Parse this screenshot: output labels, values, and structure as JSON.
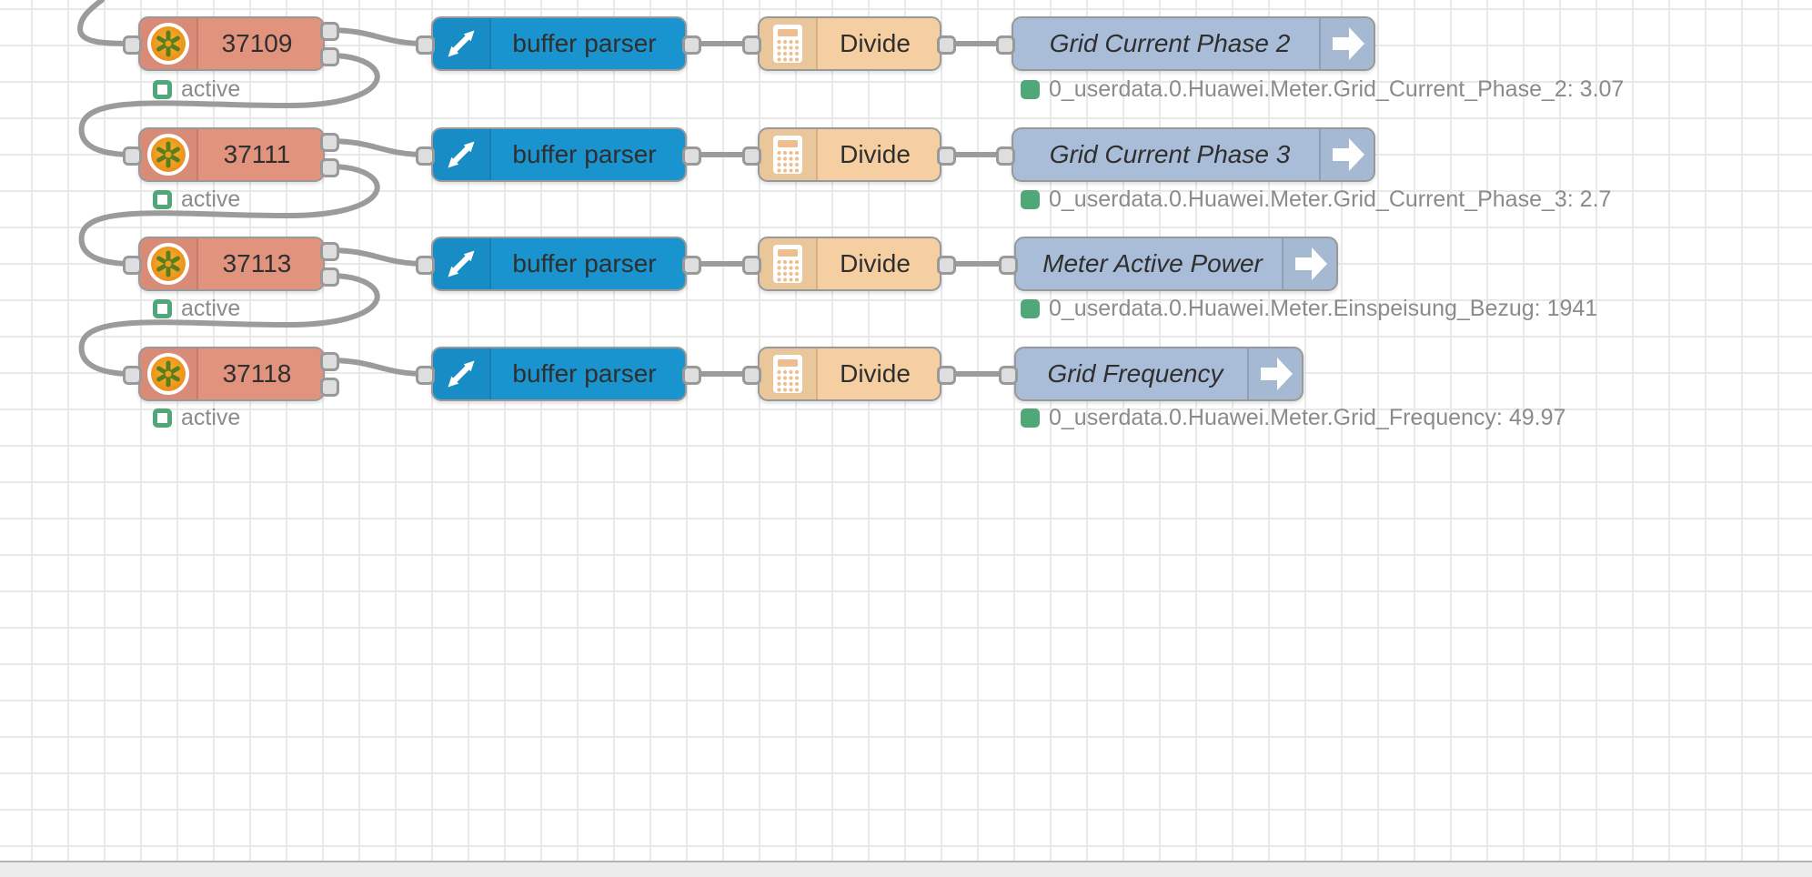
{
  "colors": {
    "modbus-node": "#e2937d",
    "buffer-node": "#1a94ce",
    "calc-node": "#f5cfa2",
    "iobroker-node": "#a9bdd8",
    "wire": "#9b9b9b",
    "port-fill": "#dedede",
    "status-green": "#50a878",
    "status-text": "#8b8b8b",
    "grid-line": "#e9e9e9",
    "label-text": "#2f2f2f"
  },
  "flow": {
    "rows": [
      {
        "source": {
          "label": "37109",
          "status": "active",
          "icon": "modbus-flower-icon"
        },
        "parser": {
          "label": "buffer parser",
          "icon": "expand-arrows-icon"
        },
        "math": {
          "label": "Divide",
          "icon": "calculator-icon"
        },
        "output": {
          "label": "Grid Current Phase 2",
          "icon": "arrow-right-icon",
          "status": "0_userdata.0.Huawei.Meter.Grid_Current_Phase_2: 3.07"
        }
      },
      {
        "source": {
          "label": "37111",
          "status": "active",
          "icon": "modbus-flower-icon"
        },
        "parser": {
          "label": "buffer parser",
          "icon": "expand-arrows-icon"
        },
        "math": {
          "label": "Divide",
          "icon": "calculator-icon"
        },
        "output": {
          "label": "Grid Current Phase 3",
          "icon": "arrow-right-icon",
          "status": "0_userdata.0.Huawei.Meter.Grid_Current_Phase_3: 2.7"
        }
      },
      {
        "source": {
          "label": "37113",
          "status": "active",
          "icon": "modbus-flower-icon"
        },
        "parser": {
          "label": "buffer parser",
          "icon": "expand-arrows-icon"
        },
        "math": {
          "label": "Divide",
          "icon": "calculator-icon"
        },
        "output": {
          "label": "Meter Active Power",
          "icon": "arrow-right-icon",
          "status": "0_userdata.0.Huawei.Meter.Einspeisung_Bezug: 1941"
        }
      },
      {
        "source": {
          "label": "37118",
          "status": "active",
          "icon": "modbus-flower-icon"
        },
        "parser": {
          "label": "buffer parser",
          "icon": "expand-arrows-icon"
        },
        "math": {
          "label": "Divide",
          "icon": "calculator-icon"
        },
        "output": {
          "label": "Grid Frequency",
          "icon": "arrow-right-icon",
          "status": "0_userdata.0.Huawei.Meter.Grid_Frequency: 49.97"
        }
      }
    ]
  }
}
